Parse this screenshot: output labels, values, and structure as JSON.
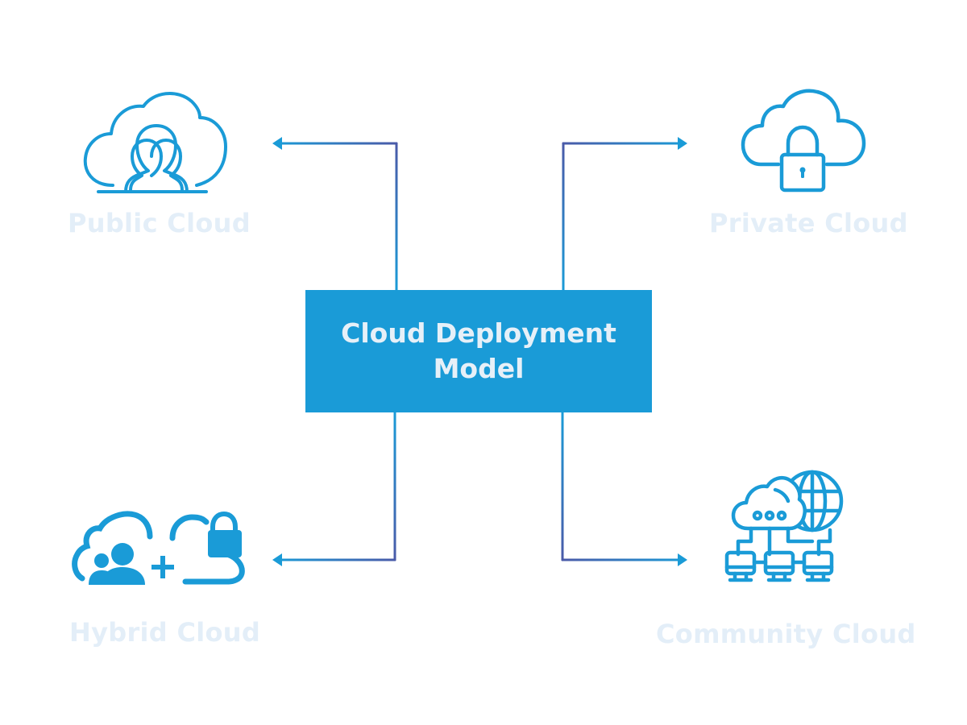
{
  "diagram": {
    "center": {
      "line1": "Cloud Deployment",
      "line2": "Model"
    },
    "nodes": [
      {
        "id": "public",
        "label": "Public Cloud",
        "icon": "cloud-users-icon"
      },
      {
        "id": "private",
        "label": "Private Cloud",
        "icon": "cloud-lock-icon"
      },
      {
        "id": "hybrid",
        "label": "Hybrid Cloud",
        "icon": "hybrid-cloud-icon"
      },
      {
        "id": "community",
        "label": "Community Cloud",
        "icon": "cloud-network-globe-icon"
      }
    ],
    "colors": {
      "primary": "#1a9bd7",
      "connector_dark": "#4a5aa8",
      "label": "#e3eef8",
      "center_text": "#e6f0f8"
    }
  }
}
